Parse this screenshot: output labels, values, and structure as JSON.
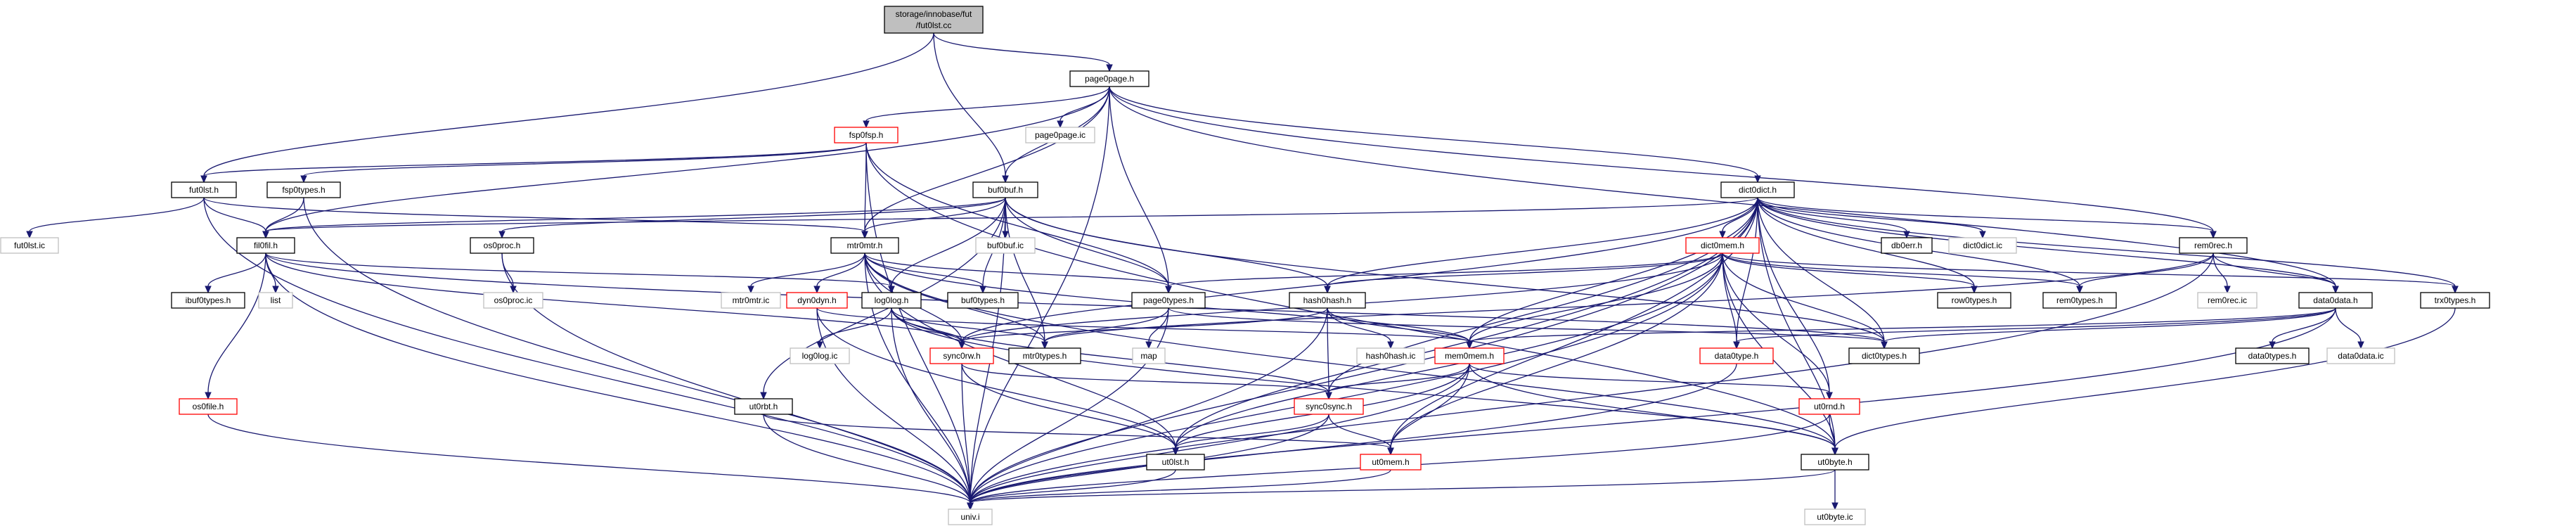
{
  "title": "",
  "nodes": [
    {
      "id": "root",
      "lines": [
        "storage/innobase/fut",
        "/fut0lst.cc"
      ],
      "style": "root"
    },
    {
      "id": "page0page_h",
      "lines": [
        "page0page.h"
      ],
      "style": "normal"
    },
    {
      "id": "fut0lst_h",
      "lines": [
        "fut0lst.h"
      ],
      "style": "normal"
    },
    {
      "id": "fsp0fsp_h",
      "lines": [
        "fsp0fsp.h"
      ],
      "style": "red"
    },
    {
      "id": "page0page_ic",
      "lines": [
        "page0page.ic"
      ],
      "style": "grey"
    },
    {
      "id": "fut0lst_ic",
      "lines": [
        "fut0lst.ic"
      ],
      "style": "grey"
    },
    {
      "id": "fsp0types_h",
      "lines": [
        "fsp0types.h"
      ],
      "style": "normal"
    },
    {
      "id": "buf0buf_h",
      "lines": [
        "buf0buf.h"
      ],
      "style": "normal"
    },
    {
      "id": "dict0dict_h",
      "lines": [
        "dict0dict.h"
      ],
      "style": "normal"
    },
    {
      "id": "fil0fil_h",
      "lines": [
        "fil0fil.h"
      ],
      "style": "normal"
    },
    {
      "id": "os0proc_h",
      "lines": [
        "os0proc.h"
      ],
      "style": "normal"
    },
    {
      "id": "mtr0mtr_h",
      "lines": [
        "mtr0mtr.h"
      ],
      "style": "normal"
    },
    {
      "id": "buf0buf_ic",
      "lines": [
        "buf0buf.ic"
      ],
      "style": "grey"
    },
    {
      "id": "dict0mem_h",
      "lines": [
        "dict0mem.h"
      ],
      "style": "red"
    },
    {
      "id": "db0err_h",
      "lines": [
        "db0err.h"
      ],
      "style": "normal"
    },
    {
      "id": "dict0dict_ic",
      "lines": [
        "dict0dict.ic"
      ],
      "style": "grey"
    },
    {
      "id": "rem0rec_h",
      "lines": [
        "rem0rec.h"
      ],
      "style": "normal"
    },
    {
      "id": "ibuf0types_h",
      "lines": [
        "ibuf0types.h"
      ],
      "style": "normal"
    },
    {
      "id": "list",
      "lines": [
        "list"
      ],
      "style": "grey"
    },
    {
      "id": "os0proc_ic",
      "lines": [
        "os0proc.ic"
      ],
      "style": "grey"
    },
    {
      "id": "mtr0mtr_ic",
      "lines": [
        "mtr0mtr.ic"
      ],
      "style": "grey"
    },
    {
      "id": "dyn0dyn_h",
      "lines": [
        "dyn0dyn.h"
      ],
      "style": "red"
    },
    {
      "id": "log0log_h",
      "lines": [
        "log0log.h"
      ],
      "style": "normal"
    },
    {
      "id": "buf0types_h",
      "lines": [
        "buf0types.h"
      ],
      "style": "normal"
    },
    {
      "id": "page0types_h",
      "lines": [
        "page0types.h"
      ],
      "style": "normal"
    },
    {
      "id": "hash0hash_h",
      "lines": [
        "hash0hash.h"
      ],
      "style": "normal"
    },
    {
      "id": "row0types_h",
      "lines": [
        "row0types.h"
      ],
      "style": "normal"
    },
    {
      "id": "rem0types_h",
      "lines": [
        "rem0types.h"
      ],
      "style": "normal"
    },
    {
      "id": "rem0rec_ic",
      "lines": [
        "rem0rec.ic"
      ],
      "style": "grey"
    },
    {
      "id": "data0data_h",
      "lines": [
        "data0data.h"
      ],
      "style": "normal"
    },
    {
      "id": "trx0types_h",
      "lines": [
        "trx0types.h"
      ],
      "style": "normal"
    },
    {
      "id": "os0file_h",
      "lines": [
        "os0file.h"
      ],
      "style": "red"
    },
    {
      "id": "log0log_ic",
      "lines": [
        "log0log.ic"
      ],
      "style": "grey"
    },
    {
      "id": "sync0rw_h",
      "lines": [
        "sync0rw.h"
      ],
      "style": "red"
    },
    {
      "id": "mtr0types_h",
      "lines": [
        "mtr0types.h"
      ],
      "style": "normal"
    },
    {
      "id": "map",
      "lines": [
        "map"
      ],
      "style": "grey"
    },
    {
      "id": "hash0hash_ic",
      "lines": [
        "hash0hash.ic"
      ],
      "style": "grey"
    },
    {
      "id": "mem0mem_h",
      "lines": [
        "mem0mem.h"
      ],
      "style": "red"
    },
    {
      "id": "data0type_h",
      "lines": [
        "data0type.h"
      ],
      "style": "red"
    },
    {
      "id": "dict0types_h",
      "lines": [
        "dict0types.h"
      ],
      "style": "normal"
    },
    {
      "id": "data0types_h",
      "lines": [
        "data0types.h"
      ],
      "style": "normal"
    },
    {
      "id": "data0data_ic",
      "lines": [
        "data0data.ic"
      ],
      "style": "grey"
    },
    {
      "id": "ut0rbt_h",
      "lines": [
        "ut0rbt.h"
      ],
      "style": "normal"
    },
    {
      "id": "sync0sync_h",
      "lines": [
        "sync0sync.h"
      ],
      "style": "red"
    },
    {
      "id": "ut0rnd_h",
      "lines": [
        "ut0rnd.h"
      ],
      "style": "red"
    },
    {
      "id": "ut0lst_h",
      "lines": [
        "ut0lst.h"
      ],
      "style": "normal"
    },
    {
      "id": "ut0mem_h",
      "lines": [
        "ut0mem.h"
      ],
      "style": "red"
    },
    {
      "id": "ut0byte_h",
      "lines": [
        "ut0byte.h"
      ],
      "style": "normal"
    },
    {
      "id": "univ_i",
      "lines": [
        "univ.i"
      ],
      "style": "grey"
    },
    {
      "id": "ut0byte_ic",
      "lines": [
        "ut0byte.ic"
      ],
      "style": "grey"
    }
  ],
  "edges": [
    [
      "root",
      "page0page_h"
    ],
    [
      "root",
      "fut0lst_h"
    ],
    [
      "root",
      "buf0buf_h"
    ],
    [
      "page0page_h",
      "page0page_ic"
    ],
    [
      "page0page_h",
      "fsp0fsp_h"
    ],
    [
      "page0page_h",
      "fil0fil_h"
    ],
    [
      "page0page_h",
      "buf0buf_h"
    ],
    [
      "page0page_h",
      "dict0dict_h"
    ],
    [
      "page0page_h",
      "mtr0mtr_h"
    ],
    [
      "page0page_h",
      "page0types_h"
    ],
    [
      "page0page_h",
      "rem0rec_h"
    ],
    [
      "page0page_h",
      "data0data_h"
    ],
    [
      "page0page_h",
      "univ_i"
    ],
    [
      "fsp0fsp_h",
      "fut0lst_h"
    ],
    [
      "fsp0fsp_h",
      "fsp0types_h"
    ],
    [
      "fsp0fsp_h",
      "mtr0mtr_h"
    ],
    [
      "fsp0fsp_h",
      "page0types_h"
    ],
    [
      "fsp0fsp_h",
      "univ_i"
    ],
    [
      "fsp0fsp_h",
      "ut0byte_h"
    ],
    [
      "fut0lst_h",
      "fut0lst_ic"
    ],
    [
      "fut0lst_h",
      "fil0fil_h"
    ],
    [
      "fut0lst_h",
      "mtr0mtr_h"
    ],
    [
      "fut0lst_h",
      "univ_i"
    ],
    [
      "fsp0types_h",
      "fil0fil_h"
    ],
    [
      "fsp0types_h",
      "univ_i"
    ],
    [
      "buf0buf_h",
      "buf0buf_ic"
    ],
    [
      "buf0buf_h",
      "fil0fil_h"
    ],
    [
      "buf0buf_h",
      "os0proc_h"
    ],
    [
      "buf0buf_h",
      "mtr0mtr_h"
    ],
    [
      "buf0buf_h",
      "log0log_h"
    ],
    [
      "buf0buf_h",
      "buf0types_h"
    ],
    [
      "buf0buf_h",
      "page0types_h"
    ],
    [
      "buf0buf_h",
      "hash0hash_h"
    ],
    [
      "buf0buf_h",
      "ut0rbt_h"
    ],
    [
      "buf0buf_h",
      "mtr0types_h"
    ],
    [
      "buf0buf_h",
      "univ_i"
    ],
    [
      "buf0buf_h",
      "dict0types_h"
    ],
    [
      "dict0dict_h",
      "dict0mem_h"
    ],
    [
      "dict0dict_h",
      "db0err_h"
    ],
    [
      "dict0dict_h",
      "dict0dict_ic"
    ],
    [
      "dict0dict_h",
      "rem0rec_h"
    ],
    [
      "dict0dict_h",
      "row0types_h"
    ],
    [
      "dict0dict_h",
      "rem0types_h"
    ],
    [
      "dict0dict_h",
      "data0data_h"
    ],
    [
      "dict0dict_h",
      "trx0types_h"
    ],
    [
      "dict0dict_h",
      "hash0hash_h"
    ],
    [
      "dict0dict_h",
      "mem0mem_h"
    ],
    [
      "dict0dict_h",
      "data0type_h"
    ],
    [
      "dict0dict_h",
      "dict0types_h"
    ],
    [
      "dict0dict_h",
      "sync0sync_h"
    ],
    [
      "dict0dict_h",
      "sync0rw_h"
    ],
    [
      "dict0dict_h",
      "ut0rnd_h"
    ],
    [
      "dict0dict_h",
      "ut0byte_h"
    ],
    [
      "dict0dict_h",
      "univ_i"
    ],
    [
      "dict0dict_h",
      "ut0mem_h"
    ],
    [
      "dict0dict_h",
      "ut0lst_h"
    ],
    [
      "dict0dict_h",
      "fil0fil_h"
    ],
    [
      "dict0mem_h",
      "page0types_h"
    ],
    [
      "dict0mem_h",
      "hash0hash_h"
    ],
    [
      "dict0mem_h",
      "row0types_h"
    ],
    [
      "dict0mem_h",
      "rem0types_h"
    ],
    [
      "dict0mem_h",
      "trx0types_h"
    ],
    [
      "dict0mem_h",
      "data0type_h"
    ],
    [
      "dict0mem_h",
      "mem0mem_h"
    ],
    [
      "dict0mem_h",
      "dict0types_h"
    ],
    [
      "dict0mem_h",
      "sync0rw_h"
    ],
    [
      "dict0mem_h",
      "ut0rnd_h"
    ],
    [
      "dict0mem_h",
      "ut0byte_h"
    ],
    [
      "dict0mem_h",
      "ut0mem_h"
    ],
    [
      "dict0mem_h",
      "ut0lst_h"
    ],
    [
      "dict0mem_h",
      "univ_i"
    ],
    [
      "rem0rec_h",
      "rem0types_h"
    ],
    [
      "rem0rec_h",
      "rem0rec_ic"
    ],
    [
      "rem0rec_h",
      "data0data_h"
    ],
    [
      "rem0rec_h",
      "mtr0types_h"
    ],
    [
      "rem0rec_h",
      "univ_i"
    ],
    [
      "fil0fil_h",
      "ibuf0types_h"
    ],
    [
      "fil0fil_h",
      "list"
    ],
    [
      "fil0fil_h",
      "os0file_h"
    ],
    [
      "fil0fil_h",
      "log0log_h"
    ],
    [
      "fil0fil_h",
      "dict0types_h"
    ],
    [
      "fil0fil_h",
      "sync0rw_h"
    ],
    [
      "fil0fil_h",
      "univ_i"
    ],
    [
      "os0proc_h",
      "os0proc_ic"
    ],
    [
      "os0proc_h",
      "univ_i"
    ],
    [
      "mtr0mtr_h",
      "mtr0mtr_ic"
    ],
    [
      "mtr0mtr_h",
      "dyn0dyn_h"
    ],
    [
      "mtr0mtr_h",
      "log0log_h"
    ],
    [
      "mtr0mtr_h",
      "buf0types_h"
    ],
    [
      "mtr0mtr_h",
      "mtr0types_h"
    ],
    [
      "mtr0mtr_h",
      "page0types_h"
    ],
    [
      "mtr0mtr_h",
      "mem0mem_h"
    ],
    [
      "mtr0mtr_h",
      "sync0rw_h"
    ],
    [
      "mtr0mtr_h",
      "ut0byte_h"
    ],
    [
      "mtr0mtr_h",
      "univ_i"
    ],
    [
      "mtr0mtr_h",
      "ut0lst_h"
    ],
    [
      "dyn0dyn_h",
      "mem0mem_h"
    ],
    [
      "dyn0dyn_h",
      "univ_i"
    ],
    [
      "dyn0dyn_h",
      "ut0lst_h"
    ],
    [
      "log0log_h",
      "log0log_ic"
    ],
    [
      "log0log_h",
      "sync0rw_h"
    ],
    [
      "log0log_h",
      "mtr0types_h"
    ],
    [
      "log0log_h",
      "sync0sync_h"
    ],
    [
      "log0log_h",
      "ut0byte_h"
    ],
    [
      "log0log_h",
      "univ_i"
    ],
    [
      "page0types_h",
      "map"
    ],
    [
      "page0types_h",
      "mtr0types_h"
    ],
    [
      "page0types_h",
      "dict0types_h"
    ],
    [
      "page0types_h",
      "univ_i"
    ],
    [
      "hash0hash_h",
      "hash0hash_ic"
    ],
    [
      "hash0hash_h",
      "mem0mem_h"
    ],
    [
      "hash0hash_h",
      "sync0sync_h"
    ],
    [
      "hash0hash_h",
      "sync0rw_h"
    ],
    [
      "hash0hash_h",
      "univ_i"
    ],
    [
      "data0data_h",
      "data0types_h"
    ],
    [
      "data0data_h",
      "data0data_ic"
    ],
    [
      "data0data_h",
      "data0type_h"
    ],
    [
      "data0data_h",
      "mem0mem_h"
    ],
    [
      "data0data_h",
      "dict0types_h"
    ],
    [
      "data0data_h",
      "univ_i"
    ],
    [
      "trx0types_h",
      "ut0byte_h"
    ],
    [
      "os0file_h",
      "univ_i"
    ],
    [
      "sync0rw_h",
      "sync0sync_h"
    ],
    [
      "sync0rw_h",
      "ut0lst_h"
    ],
    [
      "sync0rw_h",
      "univ_i"
    ],
    [
      "mem0mem_h",
      "sync0sync_h"
    ],
    [
      "mem0mem_h",
      "ut0mem_h"
    ],
    [
      "mem0mem_h",
      "ut0rnd_h"
    ],
    [
      "mem0mem_h",
      "ut0byte_h"
    ],
    [
      "mem0mem_h",
      "ut0lst_h"
    ],
    [
      "mem0mem_h",
      "univ_i"
    ],
    [
      "data0type_h",
      "univ_i"
    ],
    [
      "ut0rbt_h",
      "ut0mem_h"
    ],
    [
      "ut0rbt_h",
      "univ_i"
    ],
    [
      "sync0sync_h",
      "ut0lst_h"
    ],
    [
      "sync0sync_h",
      "ut0mem_h"
    ],
    [
      "sync0sync_h",
      "univ_i"
    ],
    [
      "ut0rnd_h",
      "ut0byte_h"
    ],
    [
      "ut0rnd_h",
      "univ_i"
    ],
    [
      "ut0lst_h",
      "univ_i"
    ],
    [
      "ut0mem_h",
      "univ_i"
    ],
    [
      "ut0byte_h",
      "ut0byte_ic"
    ],
    [
      "ut0byte_h",
      "univ_i"
    ]
  ]
}
